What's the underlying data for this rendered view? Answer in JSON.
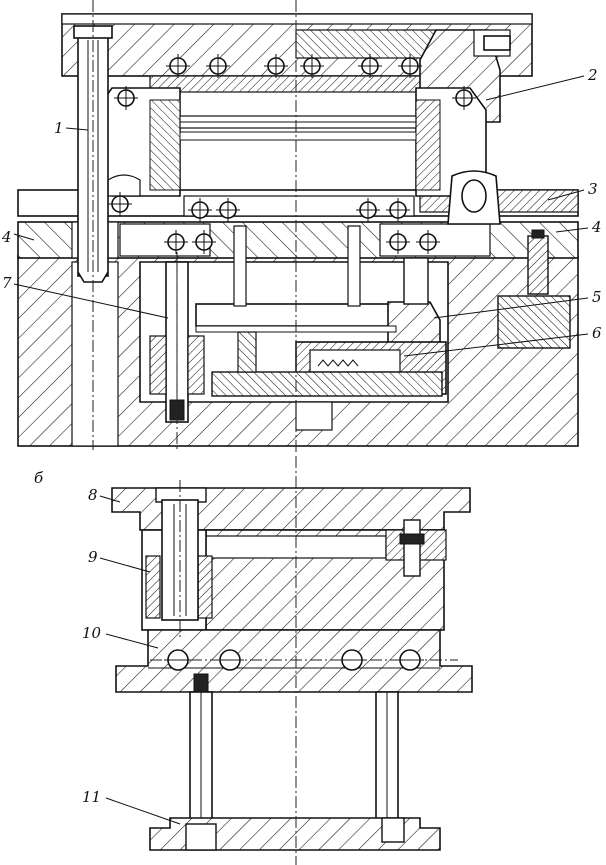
{
  "view_a": {
    "labels": {
      "l1": "1",
      "l2": "2",
      "l3": "3",
      "l4_left": "4",
      "l4_right": "4",
      "l5": "5",
      "l6": "6",
      "l7": "7"
    }
  },
  "view_b": {
    "marker": "б",
    "labels": {
      "l8": "8",
      "l9": "9",
      "l10": "10",
      "l11": "11"
    }
  }
}
